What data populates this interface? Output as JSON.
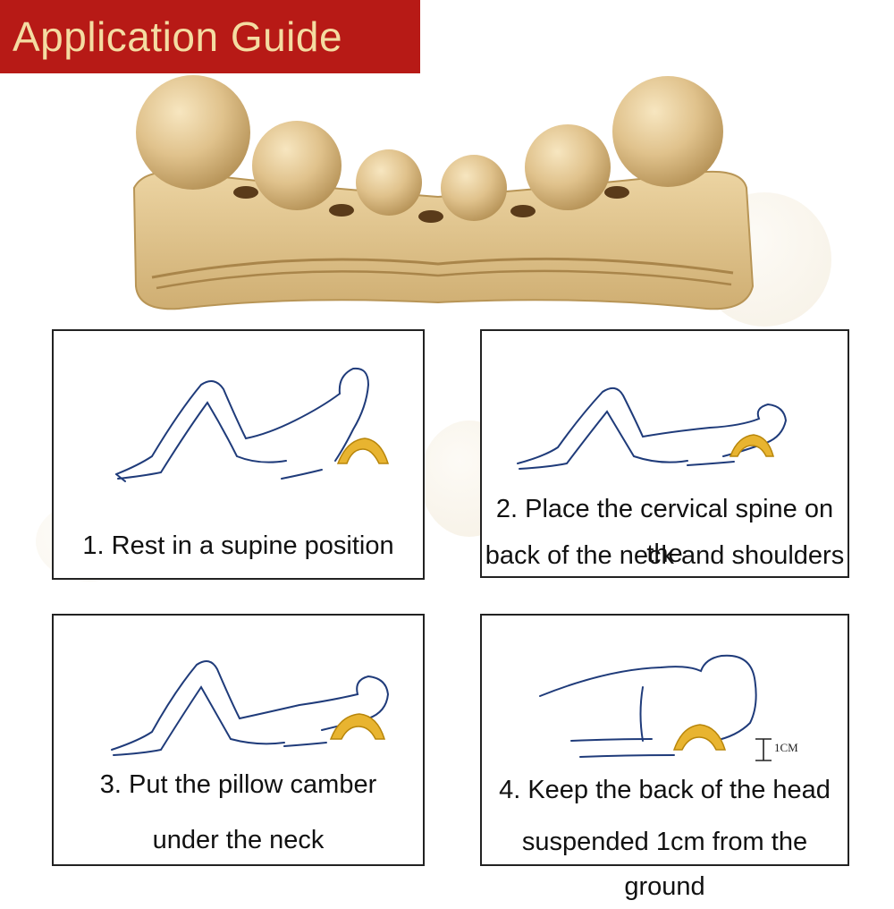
{
  "header": {
    "title": "Application Guide"
  },
  "panels": [
    {
      "caption_line1": "1. Rest in a supine position",
      "caption_line2": ""
    },
    {
      "caption_line1": "2. Place the cervical spine on the",
      "caption_line2": "back of the neck and shoulders"
    },
    {
      "caption_line1": "3. Put the pillow camber",
      "caption_line2": "under the neck"
    },
    {
      "caption_line1": "4. Keep the back of the head",
      "caption_line2": "suspended 1cm from the ground",
      "measure_label": "1CM"
    }
  ],
  "colors": {
    "banner": "#b71a16",
    "banner_text": "#f4dca2",
    "wood": "#e2c48e",
    "outline": "#1f3b7a",
    "pillow": "#e8b430"
  }
}
